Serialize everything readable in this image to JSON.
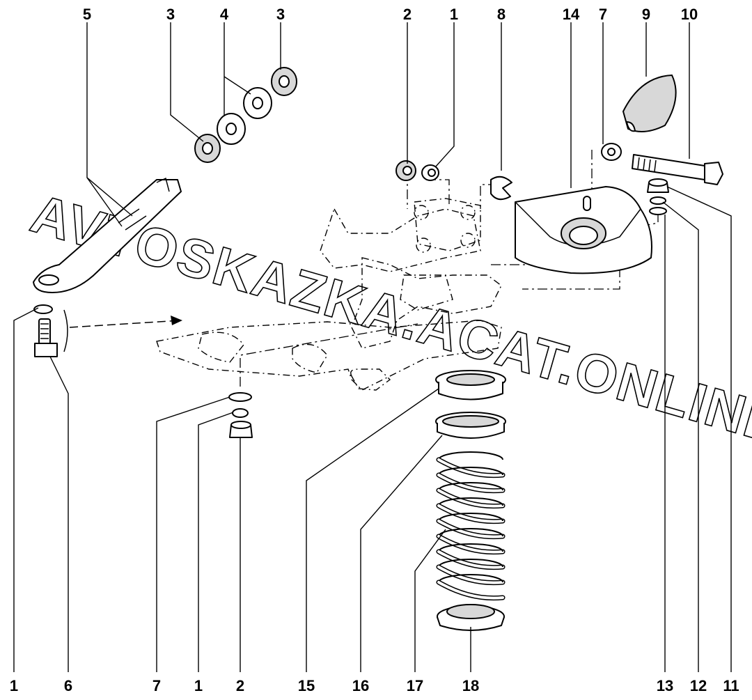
{
  "watermark": "AVTOSKAZKA.ACAT.ONLINE",
  "callouts_top": [
    "5",
    "3",
    "4",
    "3",
    "2",
    "1",
    "8",
    "14",
    "7",
    "9",
    "10"
  ],
  "callouts_bottom": [
    "1",
    "6",
    "7",
    "1",
    "2",
    "15",
    "16",
    "17",
    "18",
    "13",
    "12",
    "11"
  ],
  "colors": {
    "ink": "#000000",
    "background": "#ffffff",
    "shade": "#d8d8d8"
  }
}
